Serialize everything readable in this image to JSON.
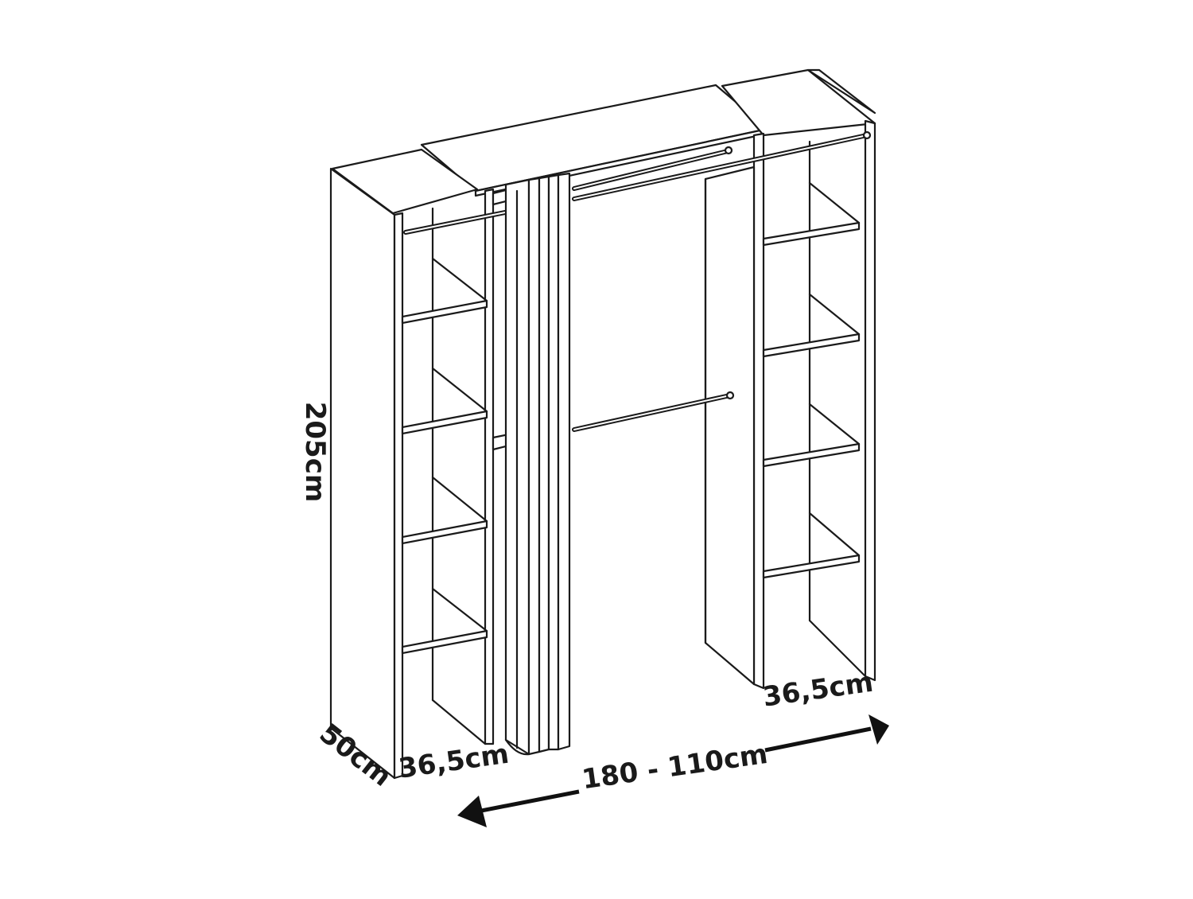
{
  "dimensions": {
    "height": "205cm",
    "depth": "50cm",
    "left_unit_width": "36,5cm",
    "right_unit_width": "36,5cm",
    "total_width": "180 - 110cm"
  },
  "colors": {
    "line": "#1a1a1a",
    "background": "#ffffff"
  }
}
